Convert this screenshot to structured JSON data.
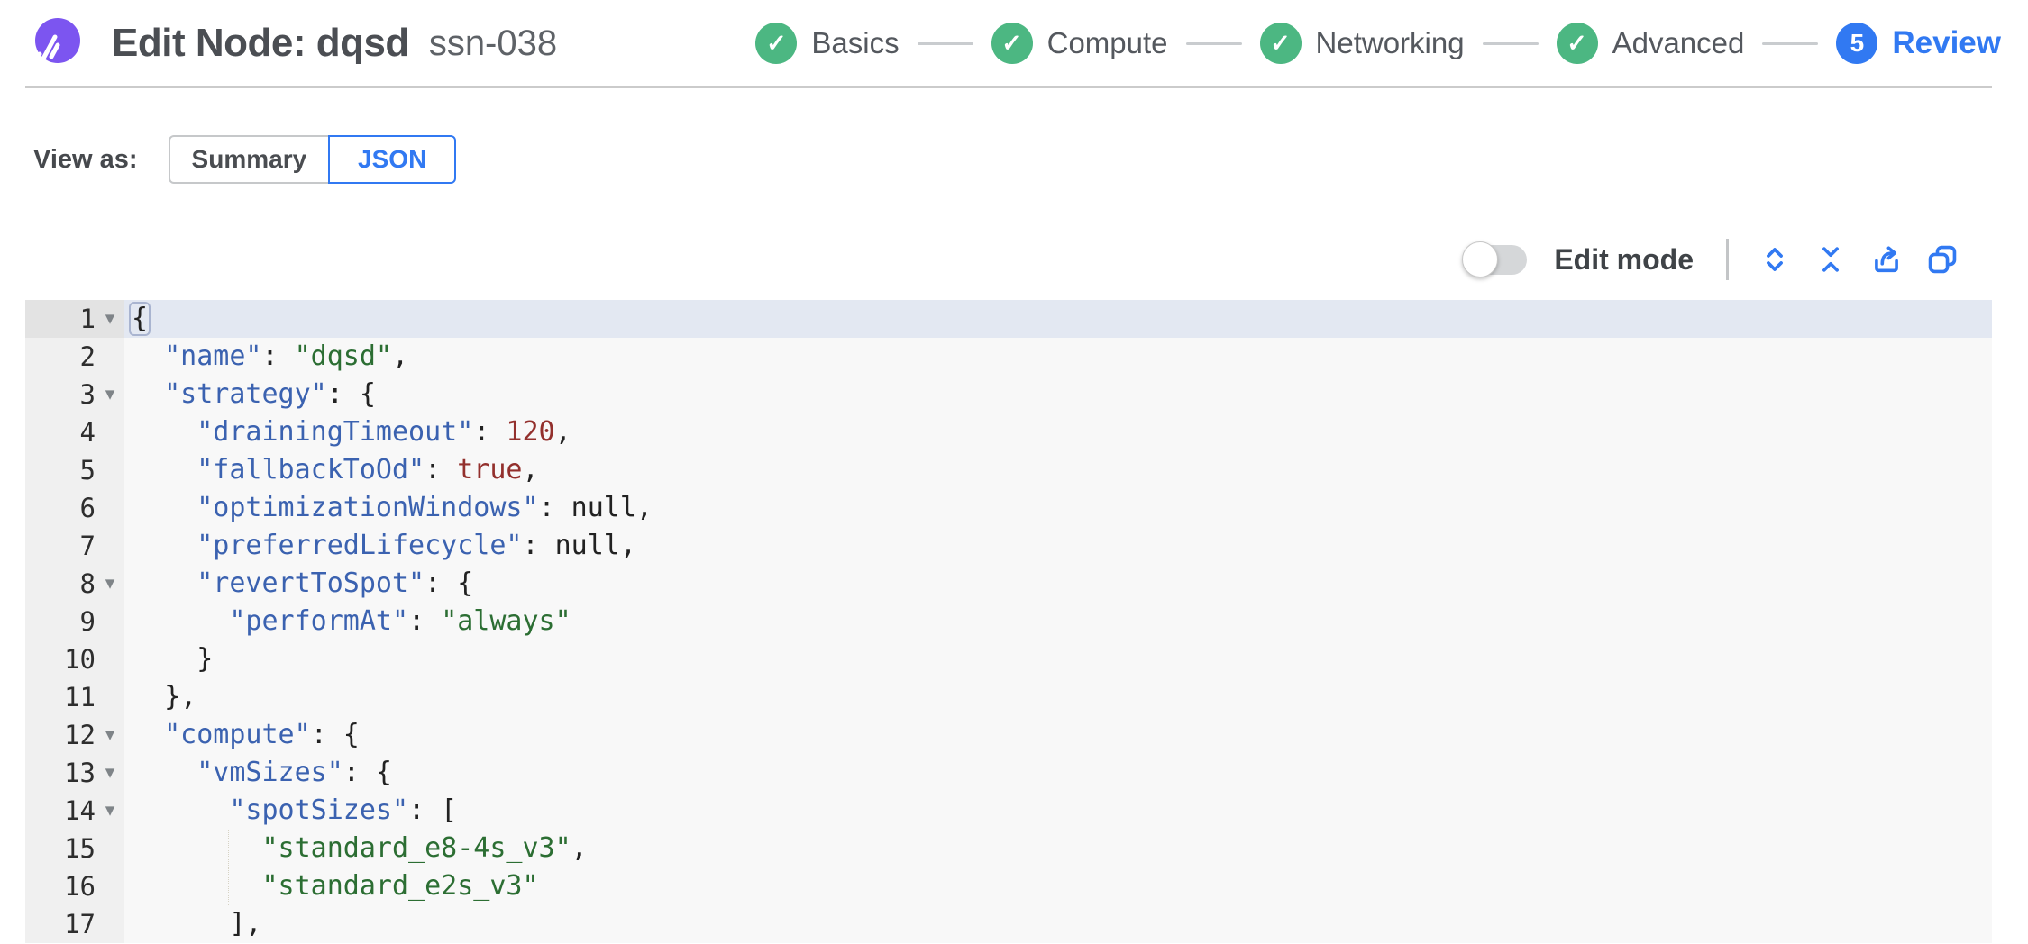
{
  "header": {
    "title": "Edit Node: dqsd",
    "subtitle": "ssn-038",
    "check_glyph": "✓",
    "steps": [
      {
        "id": "basics",
        "label": "Basics",
        "state": "complete"
      },
      {
        "id": "compute",
        "label": "Compute",
        "state": "complete"
      },
      {
        "id": "networking",
        "label": "Networking",
        "state": "complete"
      },
      {
        "id": "advanced",
        "label": "Advanced",
        "state": "complete"
      },
      {
        "id": "review",
        "label": "Review",
        "state": "active",
        "number": "5"
      }
    ]
  },
  "view_as": {
    "label": "View as:",
    "options": [
      {
        "id": "summary",
        "label": "Summary",
        "selected": false
      },
      {
        "id": "json",
        "label": "JSON",
        "selected": true
      }
    ]
  },
  "toolbar": {
    "edit_mode_label": "Edit mode",
    "edit_mode_on": false,
    "icons": [
      "expand-icon",
      "collapse-icon",
      "export-icon",
      "copy-icon"
    ]
  },
  "editor": {
    "active_line": 1,
    "lines": [
      {
        "num": 1,
        "fold": true,
        "indent": 0,
        "tokens": [
          {
            "c": "pun",
            "v": "{",
            "match": true
          }
        ]
      },
      {
        "num": 2,
        "fold": false,
        "indent": 2,
        "tokens": [
          {
            "c": "key",
            "v": "\"name\""
          },
          {
            "c": "pun",
            "v": ": "
          },
          {
            "c": "str",
            "v": "\"dqsd\""
          },
          {
            "c": "pun",
            "v": ","
          }
        ]
      },
      {
        "num": 3,
        "fold": true,
        "indent": 2,
        "tokens": [
          {
            "c": "key",
            "v": "\"strategy\""
          },
          {
            "c": "pun",
            "v": ": {"
          }
        ]
      },
      {
        "num": 4,
        "fold": false,
        "indent": 4,
        "tokens": [
          {
            "c": "key",
            "v": "\"drainingTimeout\""
          },
          {
            "c": "pun",
            "v": ": "
          },
          {
            "c": "num",
            "v": "120"
          },
          {
            "c": "pun",
            "v": ","
          }
        ]
      },
      {
        "num": 5,
        "fold": false,
        "indent": 4,
        "tokens": [
          {
            "c": "key",
            "v": "\"fallbackToOd\""
          },
          {
            "c": "pun",
            "v": ": "
          },
          {
            "c": "num",
            "v": "true"
          },
          {
            "c": "pun",
            "v": ","
          }
        ]
      },
      {
        "num": 6,
        "fold": false,
        "indent": 4,
        "tokens": [
          {
            "c": "key",
            "v": "\"optimizationWindows\""
          },
          {
            "c": "pun",
            "v": ": "
          },
          {
            "c": "nul",
            "v": "null"
          },
          {
            "c": "pun",
            "v": ","
          }
        ]
      },
      {
        "num": 7,
        "fold": false,
        "indent": 4,
        "tokens": [
          {
            "c": "key",
            "v": "\"preferredLifecycle\""
          },
          {
            "c": "pun",
            "v": ": "
          },
          {
            "c": "nul",
            "v": "null"
          },
          {
            "c": "pun",
            "v": ","
          }
        ]
      },
      {
        "num": 8,
        "fold": true,
        "indent": 4,
        "tokens": [
          {
            "c": "key",
            "v": "\"revertToSpot\""
          },
          {
            "c": "pun",
            "v": ": {"
          }
        ]
      },
      {
        "num": 9,
        "fold": false,
        "indent": 6,
        "tokens": [
          {
            "c": "key",
            "v": "\"performAt\""
          },
          {
            "c": "pun",
            "v": ": "
          },
          {
            "c": "str",
            "v": "\"always\""
          }
        ]
      },
      {
        "num": 10,
        "fold": false,
        "indent": 4,
        "tokens": [
          {
            "c": "pun",
            "v": "}"
          }
        ]
      },
      {
        "num": 11,
        "fold": false,
        "indent": 2,
        "tokens": [
          {
            "c": "pun",
            "v": "},"
          }
        ]
      },
      {
        "num": 12,
        "fold": true,
        "indent": 2,
        "tokens": [
          {
            "c": "key",
            "v": "\"compute\""
          },
          {
            "c": "pun",
            "v": ": {"
          }
        ]
      },
      {
        "num": 13,
        "fold": true,
        "indent": 4,
        "tokens": [
          {
            "c": "key",
            "v": "\"vmSizes\""
          },
          {
            "c": "pun",
            "v": ": {"
          }
        ]
      },
      {
        "num": 14,
        "fold": true,
        "indent": 6,
        "tokens": [
          {
            "c": "key",
            "v": "\"spotSizes\""
          },
          {
            "c": "pun",
            "v": ": ["
          }
        ]
      },
      {
        "num": 15,
        "fold": false,
        "indent": 8,
        "tokens": [
          {
            "c": "str",
            "v": "\"standard_e8-4s_v3\""
          },
          {
            "c": "pun",
            "v": ","
          }
        ]
      },
      {
        "num": 16,
        "fold": false,
        "indent": 8,
        "tokens": [
          {
            "c": "str",
            "v": "\"standard_e2s_v3\""
          }
        ]
      },
      {
        "num": 17,
        "fold": false,
        "indent": 6,
        "tokens": [
          {
            "c": "pun",
            "v": "],"
          }
        ]
      }
    ]
  },
  "colors": {
    "accent_blue": "#3179F2",
    "step_green": "#4CB782",
    "logo_purple": "#7C55F0",
    "syntax_key": "#3B62B0",
    "syntax_string": "#2C6E33",
    "syntax_number": "#93302D",
    "editor_bg": "#F8F8F8",
    "gutter_bg": "#F0F0F0",
    "active_line_bg": "#E3E8F2"
  }
}
